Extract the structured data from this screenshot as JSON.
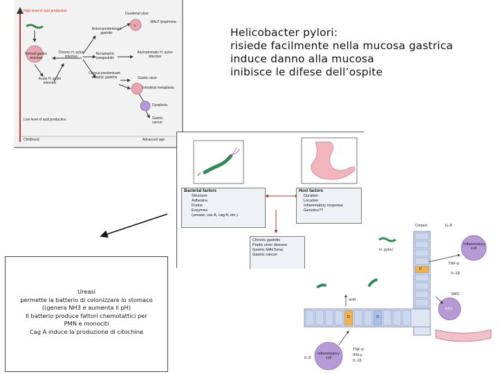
{
  "header": {
    "lines": [
      "Helicobacter pylori:",
      "risiede facilmente nella mucosa gastrica",
      "induce danno alla mucosa",
      "inibisce le difese dell’ospite"
    ]
  },
  "figure_left": {
    "top_label": "High level of acid production",
    "bottom_label": "Low level of acid production",
    "axis_start": "Childhood",
    "axis_end": "Advanced age",
    "nodes": {
      "normal": "Normal gastric mucosa",
      "acute": "Acute H. pylori infection",
      "chronic": "Chronic H. pylori infection",
      "antral": "Antral-predominant gastritis",
      "duodenal": "Duodenal ulcer",
      "malt": "MALT lymphoma",
      "nonatrophic": "Nonatrophic pangastritis",
      "asymptomatic": "Asymptomatic H. pylori infection",
      "corpus": "Corpus-predominant atrophic gastritis",
      "gastric_ulcer": "Gastric ulcer",
      "intestinal": "Intestinal metaplasia",
      "dysplasia": "Dysplasia",
      "cancer": "Gastric cancer"
    }
  },
  "figure_mid": {
    "bacterial_title": "Bacterial factors",
    "bacterial_items": [
      "Structure",
      "Adhesins",
      "Porins",
      "Enzymes",
      "(urease, vac A, cag A, etc.)"
    ],
    "host_title": "Host factors",
    "host_items": [
      "Duration",
      "Location",
      "Inflammatory response",
      "Genetics??"
    ],
    "outcomes": [
      "Chronic gastritis",
      "Peptic ulcer disease",
      "Gastric MALToma",
      "Gastric cancer"
    ]
  },
  "note": {
    "lines": [
      "Ureasi",
      "permette la batterio di colonizzare lo stomaco",
      "((genera NH3 e aumenta il pH)",
      "Il batterio produce fattori chemotattici per",
      "PMN e monociti",
      "Cag A induce la produzione di citochine"
    ]
  },
  "figure_right": {
    "corpus": "Corpus",
    "hpylori": "H. pylori",
    "inflammatory_cell": "Inflammatory cell",
    "il8_top": "IL-8",
    "tnf_top": "TNF-α",
    "il1b": "IL-1β",
    "sms": "SMS",
    "ecl": "ECL",
    "acid": "acid",
    "d_cell": "D",
    "g_cell": "G",
    "p_cell": "P",
    "il8_bottom": "IL-8",
    "tnf_bottom": "TNF-α",
    "ifn": "IFN-γ",
    "il1_bottom": "IL-1β",
    "inflammatory_cell_bottom": "Inflammatory cell"
  },
  "colors": {
    "accent_red": "#c0392b",
    "node_pink": "#e8a7b0",
    "arrow": "#333333",
    "purple_cell": "#b69ad6",
    "orange_cell": "#f0b04a"
  }
}
